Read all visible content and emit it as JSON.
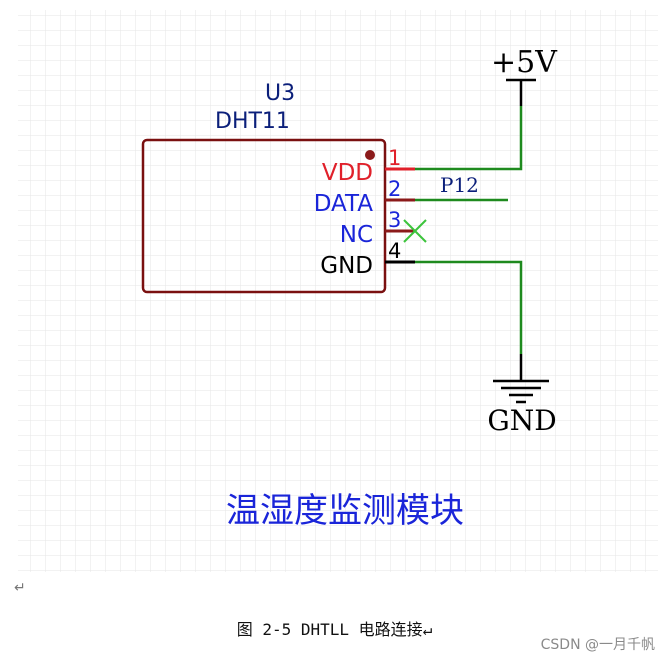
{
  "component": {
    "designator": "U3",
    "part": "DHT11",
    "pins": [
      {
        "number": "1",
        "name": "VDD"
      },
      {
        "number": "2",
        "name": "DATA"
      },
      {
        "number": "3",
        "name": "NC"
      },
      {
        "number": "4",
        "name": "GND"
      }
    ]
  },
  "nets": {
    "power": "+5V",
    "ground": "GND",
    "data_label": "P12"
  },
  "module_title": "温湿度监测模块",
  "paragraph_mark": "↵",
  "caption": "图 2-5 DHTLL 电路连接↵",
  "watermark": "CSDN @一月千帆",
  "colors": {
    "wire": "#1e8a1e",
    "pin_vdd": "#e0202a",
    "pin_data_nc": "#8b1a1a",
    "pin_gnd": "#000000",
    "body_outline": "#7a1010",
    "no_connect": "#3cc43c",
    "text_blue": "#1a25d9",
    "text_navy": "#0b1f7a"
  }
}
